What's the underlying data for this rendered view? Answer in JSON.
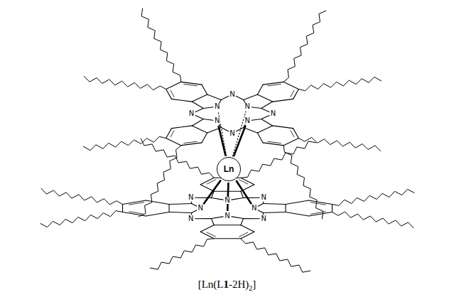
{
  "diagram": {
    "caption": "[Ln(L1-2H)2]",
    "nodes": [
      {
        "text": [
          "Ln"
        ]
      }
    ],
    "labels": [
      "N",
      "N",
      "N",
      "N",
      "N",
      "N",
      "N",
      "N",
      "N",
      "N",
      "N",
      "N",
      "N",
      "N",
      "N",
      "N"
    ]
  }
}
